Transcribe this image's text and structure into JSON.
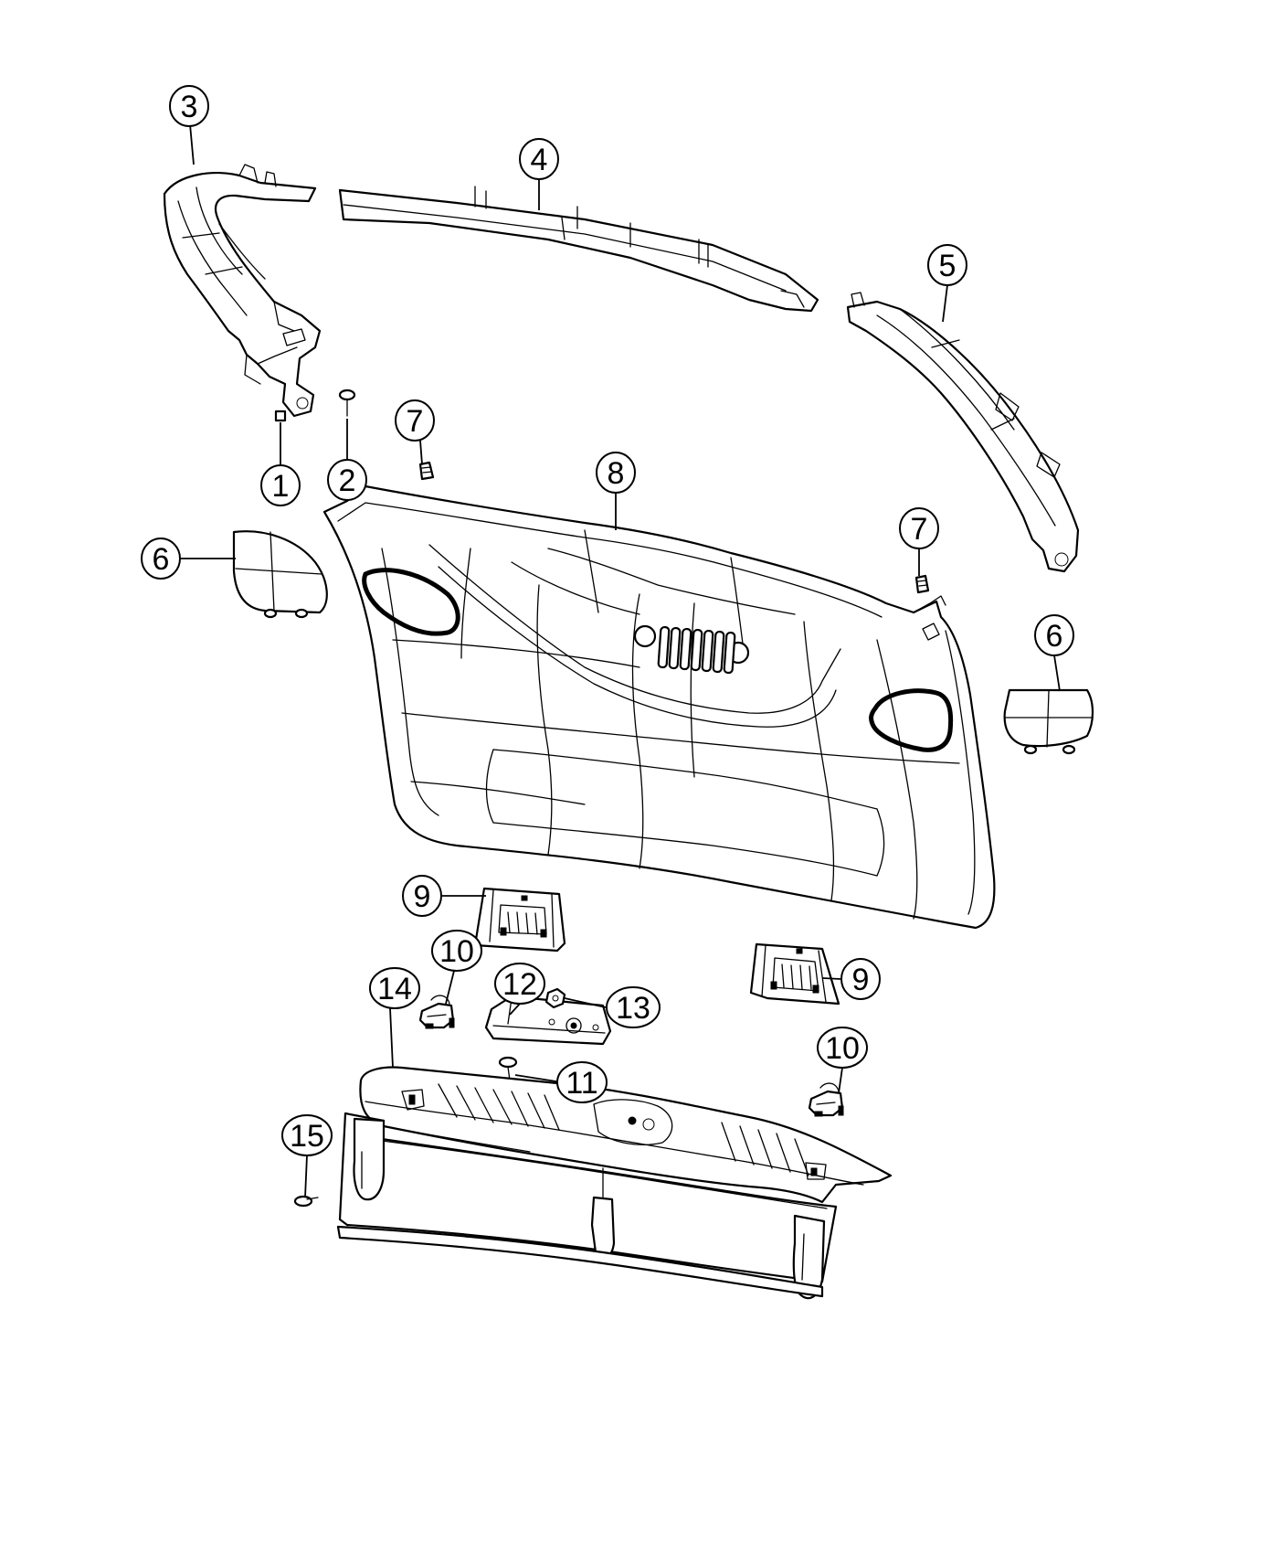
{
  "callouts": [
    {
      "id": "c3",
      "label": "3"
    },
    {
      "id": "c4",
      "label": "4"
    },
    {
      "id": "c5",
      "label": "5"
    },
    {
      "id": "c1",
      "label": "1"
    },
    {
      "id": "c2",
      "label": "2"
    },
    {
      "id": "c7a",
      "label": "7"
    },
    {
      "id": "c8",
      "label": "8"
    },
    {
      "id": "c7b",
      "label": "7"
    },
    {
      "id": "c6a",
      "label": "6"
    },
    {
      "id": "c6b",
      "label": "6"
    },
    {
      "id": "c9a",
      "label": "9"
    },
    {
      "id": "c10a",
      "label": "10"
    },
    {
      "id": "c12",
      "label": "12"
    },
    {
      "id": "c13",
      "label": "13"
    },
    {
      "id": "c14",
      "label": "14"
    },
    {
      "id": "c9b",
      "label": "9"
    },
    {
      "id": "c10b",
      "label": "10"
    },
    {
      "id": "c11",
      "label": "11"
    },
    {
      "id": "c15",
      "label": "15"
    }
  ]
}
